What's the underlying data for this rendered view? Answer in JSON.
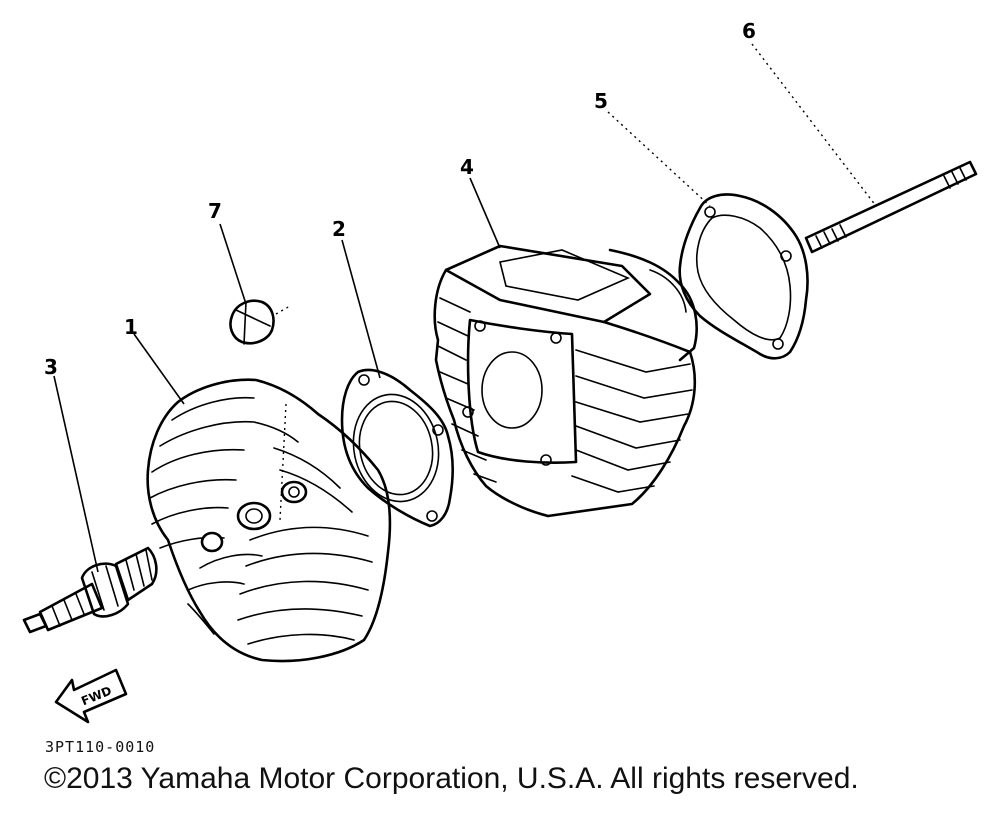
{
  "callouts": {
    "c1": "1",
    "c2": "2",
    "c3": "3",
    "c4": "4",
    "c5": "5",
    "c6": "6",
    "c7": "7"
  },
  "fwd_label": "FWD",
  "ref_code": "3PT110-0010",
  "copyright": "©2013 Yamaha Motor Corporation, U.S.A. All rights reserved."
}
